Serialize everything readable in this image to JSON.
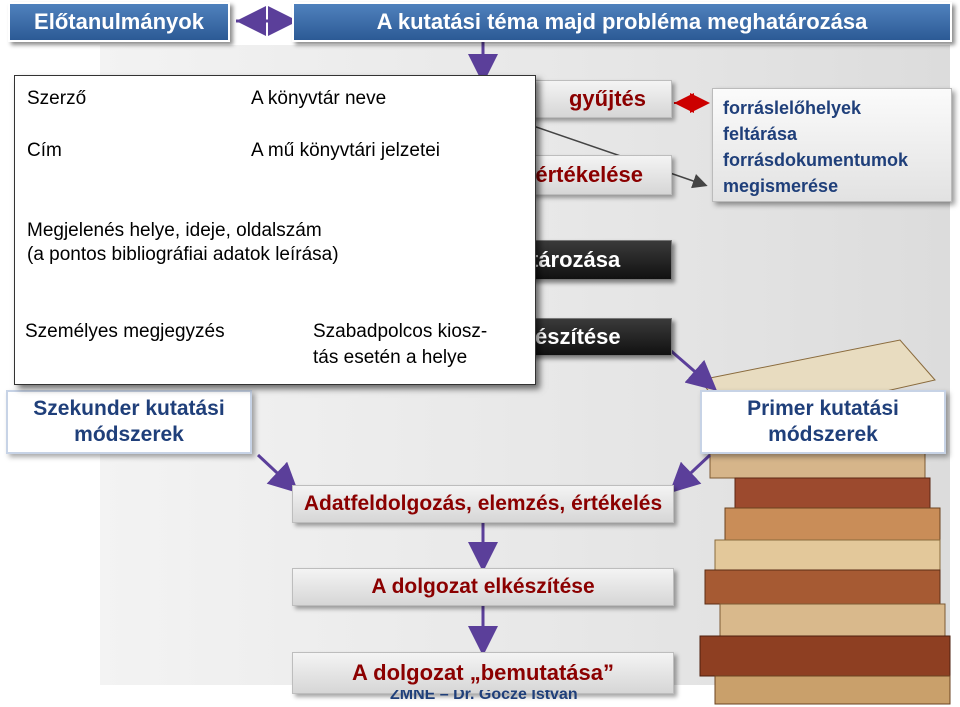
{
  "header": {
    "left_box": "Előtanulmányok",
    "top_box": "A kutatási téma majd probléma meghatározása"
  },
  "steps": {
    "collect_partial": "gyűjtés",
    "evaluate_partial": "értékelése",
    "define_partial": "tározása",
    "prepare_partial": "észítése"
  },
  "sources_box": {
    "lines": [
      "forráslelőhelyek",
      "feltárása",
      "forrásdokumentumok",
      "megismerése"
    ]
  },
  "methods": {
    "secondary": [
      "Szekunder kutatási",
      "módszerek"
    ],
    "primary": [
      "Primer kutatási",
      "módszerek"
    ]
  },
  "bottom_steps": {
    "processing": "Adatfeldolgozás, elemzés, értékelés",
    "writing": "A dolgozat elkészítése",
    "presentation": "A dolgozat „bemutatása”"
  },
  "footer": {
    "author": "ZMNE – Dr. Gőcze István"
  },
  "note_card": {
    "author": "Szerző",
    "library_name": "A könyvtár neve",
    "title": "Cím",
    "call_number": "A mű könyvtári jelzetei",
    "publication": "Megjelenés helye, ideje, oldalszám",
    "publication_note": "(a pontos bibliográfiai adatok leírása)",
    "personal_note": "Személyes megjegyzés",
    "open_shelf_1": "Szabadpolcos kiosz-",
    "open_shelf_2": "tás esetén a helye"
  },
  "colors": {
    "blue_box": "#3a6aa8",
    "dark_red_text": "#8b0000",
    "side_text": "#1f3f7a",
    "arrow_purple": "#5b3f9a"
  },
  "icons": [
    "books-stack-image"
  ]
}
